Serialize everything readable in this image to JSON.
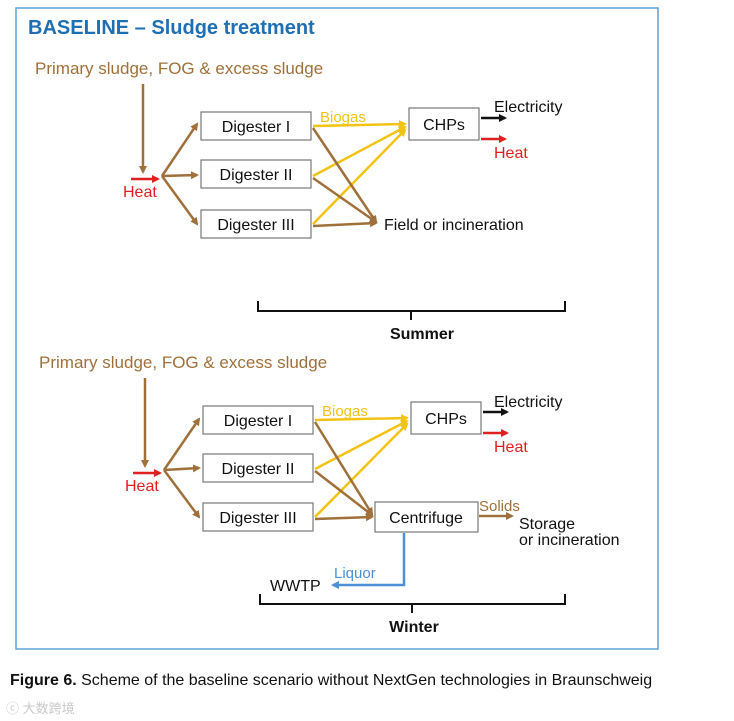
{
  "title": "BASELINE – Sludge treatment",
  "colors": {
    "title": "#1f6fb5",
    "frame": "#5ba4d6",
    "sludge": "#a0703a",
    "biogas": "#f2c312",
    "heat": "#e02020",
    "liquor": "#4a8fd8",
    "text": "#111111"
  },
  "summer": {
    "input_label": "Primary sludge, FOG & excess sludge",
    "heat_input": "Heat",
    "digesters": [
      "Digester I",
      "Digester II",
      "Digester III"
    ],
    "biogas_label": "Biogas",
    "chp_label": "CHPs",
    "electricity_label": "Electricity",
    "heat_output": "Heat",
    "destination_field": "Field",
    "destination_rest": "or incineration",
    "season_label": "Summer"
  },
  "winter": {
    "input_label": "Primary sludge, FOG & excess sludge",
    "heat_input": "Heat",
    "digesters": [
      "Digester I",
      "Digester II",
      "Digester III"
    ],
    "biogas_label": "Biogas",
    "chp_label": "CHPs",
    "electricity_label": "Electricity",
    "heat_output": "Heat",
    "centrifuge_label": "Centrifuge",
    "solids_label": "Solids",
    "storage_line1": "Storage",
    "storage_line2": "or incineration",
    "liquor_label": "Liquor",
    "wwtp_label": "WWTP",
    "season_label": "Winter"
  },
  "caption": {
    "label": "Figure 6.",
    "text": " Scheme of the baseline scenario without NextGen technologies in Braunschweig"
  },
  "watermark": "ⓒ 大数跨境"
}
